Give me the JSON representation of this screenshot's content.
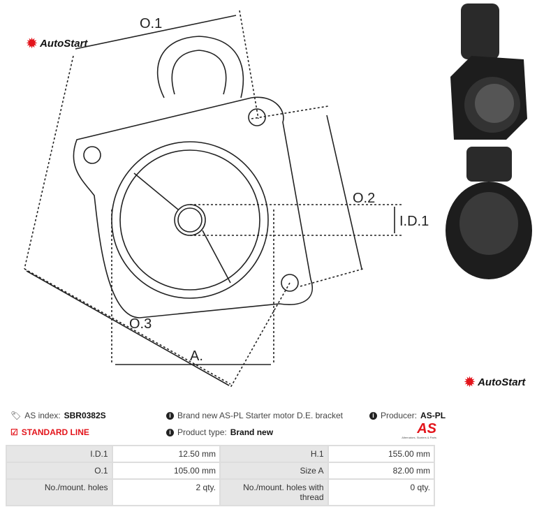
{
  "brand": {
    "logo_text": "AutoStart",
    "accent": "#e3141b"
  },
  "drawing": {
    "labels": {
      "o1": "O.1",
      "o2": "O.2",
      "o3": "O.3",
      "id1": "I.D.1",
      "a": "A."
    }
  },
  "info": {
    "as_index_label": "AS index:",
    "as_index_value": "SBR0382S",
    "line": "STANDARD LINE",
    "description": "Brand new AS-PL Starter motor D.E. bracket",
    "product_type_label": "Product type:",
    "product_type_value": "Brand new",
    "producer_label": "Producer:",
    "producer_value": "AS-PL",
    "producer_logo_text": "AS",
    "producer_logo_sub": "Alternators, Starters & Parts"
  },
  "specs": [
    [
      {
        "label": "I.D.1",
        "value": "12.50 mm"
      },
      {
        "label": "H.1",
        "value": "155.00 mm"
      }
    ],
    [
      {
        "label": "O.1",
        "value": "105.00 mm"
      },
      {
        "label": "Size A",
        "value": "82.00 mm"
      }
    ],
    [
      {
        "label": "No./mount. holes",
        "value": "2 qty."
      },
      {
        "label": "No./mount. holes with thread",
        "value": "0 qty."
      }
    ]
  ]
}
